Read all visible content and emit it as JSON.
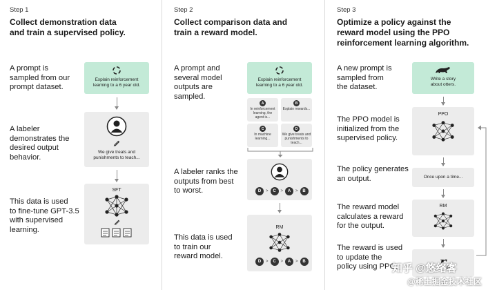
{
  "steps": [
    {
      "step_label": "Step 1",
      "title_line1": "Collect demonstration data",
      "title_line2": "and train a supervised policy.",
      "labels": [
        [
          "A prompt is",
          "sampled from our",
          "prompt dataset."
        ],
        [
          "A labeler",
          "demonstrates the",
          "desired output",
          "behavior."
        ],
        [
          "This data is used",
          "to fine-tune GPT-3.5",
          "with supervised",
          "learning."
        ]
      ],
      "prompt_card": [
        "Explain reinforcement",
        "learning to a 6 year old."
      ],
      "labeler_card": [
        "We give treats and",
        "punishments to teach..."
      ],
      "model_name": "SFT"
    },
    {
      "step_label": "Step 2",
      "title_line1": "Collect comparison data and",
      "title_line2": "train a reward model.",
      "labels": [
        [
          "A prompt and",
          "several model",
          "outputs are",
          "sampled."
        ],
        [
          "A labeler ranks the",
          "outputs from best",
          "to worst."
        ],
        [
          "This data is used",
          "to train our",
          "reward model."
        ]
      ],
      "prompt_card": [
        "Explain reinforcement",
        "learning to a 6 year old."
      ],
      "outputs": [
        {
          "badge": "A",
          "text": [
            "In reinforcement",
            "learning, the",
            "agent is..."
          ]
        },
        {
          "badge": "B",
          "text": [
            "Explain rewards..."
          ]
        },
        {
          "badge": "C",
          "text": [
            "In machine",
            "learning..."
          ]
        },
        {
          "badge": "D",
          "text": [
            "We give treats and",
            "punishments to",
            "teach..."
          ]
        }
      ],
      "ranking": [
        "D",
        ">",
        "C",
        ">",
        "A",
        ">",
        "B"
      ],
      "model_name": "RM"
    },
    {
      "step_label": "Step 3",
      "title_line1": "Optimize a policy against the",
      "title_line2": "reward model using the PPO",
      "title_line3": "reinforcement learning algorithm.",
      "labels": [
        [
          "A new prompt is",
          "sampled from",
          "the dataset."
        ],
        [
          "The PPO model is",
          "initialized from the",
          "supervised policy."
        ],
        [
          "The policy generates",
          "an output."
        ],
        [
          "The reward model",
          "calculates a reward",
          "for the output."
        ],
        [
          "The reward is used",
          "to update the",
          "policy using PPO."
        ]
      ],
      "prompt_card": [
        "Write a story",
        "about otters."
      ],
      "ppo_name": "PPO",
      "output_text": "Once upon a time...",
      "rm_name": "RM",
      "reward_symbol": "r",
      "reward_sub": "k"
    }
  ],
  "watermark": {
    "line1": "知乎 @悠络客",
    "line2": "@稀土掘金技术社区"
  },
  "colors": {
    "prompt_card": "#c3ead7",
    "card": "#ececec",
    "divider": "#d9d9d9"
  }
}
